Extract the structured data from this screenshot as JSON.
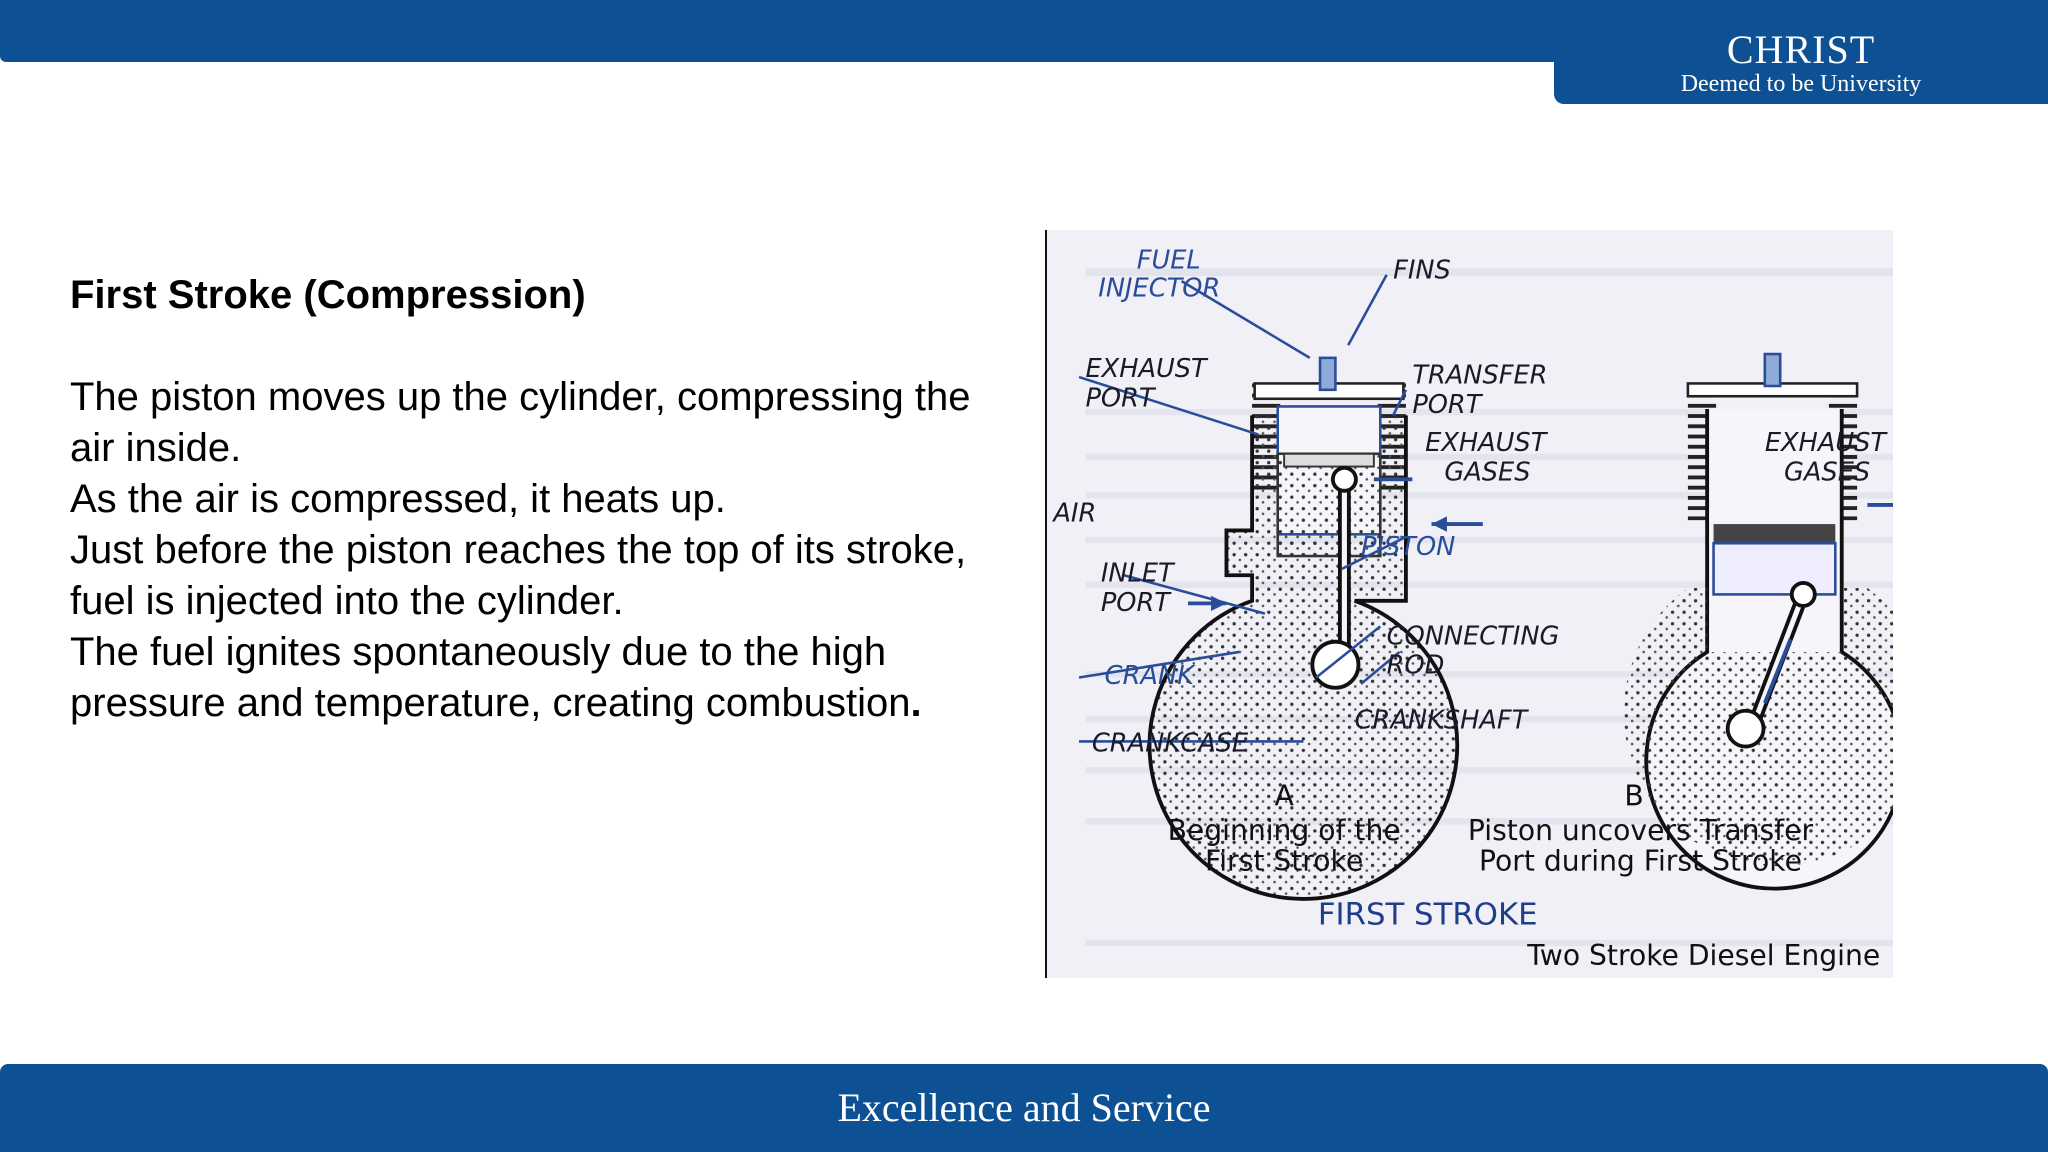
{
  "header": {
    "brand_name": "CHRIST",
    "brand_sub": "Deemed to be University"
  },
  "content": {
    "heading": "First Stroke (Compression)",
    "paragraph_lines": [
      "The piston moves up the cylinder, compressing the",
      "air inside.",
      "As the air is compressed, it heats up.",
      "Just before the piston reaches the top of its stroke,",
      "fuel is injected into the cylinder.",
      "The fuel ignites spontaneously due to the high",
      "pressure and temperature, creating combustion"
    ],
    "final_period": "."
  },
  "figure": {
    "labels": {
      "fuel": "FUEL",
      "injector": "INJECTOR",
      "fins": "FINS",
      "exhaust_port_1": "EXHAUST",
      "exhaust_port_2": "PORT",
      "transfer_port_1": "TRANSFER",
      "transfer_port_2": "PORT",
      "exhaust_gases_a1": "EXHAUST",
      "exhaust_gases_a2": "GASES",
      "exhaust_gases_b1": "EXHAUST",
      "exhaust_gases_b2": "GASES",
      "air": "AIR",
      "piston": "PISTON",
      "inlet_port_1": "INLET",
      "inlet_port_2": "PORT",
      "connecting_rod_1": "CONNECTING",
      "connecting_rod_2": "ROD",
      "crank": "CRANK",
      "crankshaft": "CRANKSHAFT",
      "crankcase": "CRANKCASE"
    },
    "caption_a_letter": "A",
    "caption_a_line1": "Beginning of the",
    "caption_a_line2": "First Stroke",
    "caption_b_letter": "B",
    "caption_b_line1": "Piston uncovers Transfer",
    "caption_b_line2": "Port during First Stroke",
    "figure_title": "FIRST STROKE",
    "source_caption": "Two Stroke Diesel Engine"
  },
  "footer": {
    "motto": "Excellence and Service"
  },
  "colors": {
    "brand_blue": "#0d5194",
    "diagram_blue": "#2a4d9a"
  }
}
